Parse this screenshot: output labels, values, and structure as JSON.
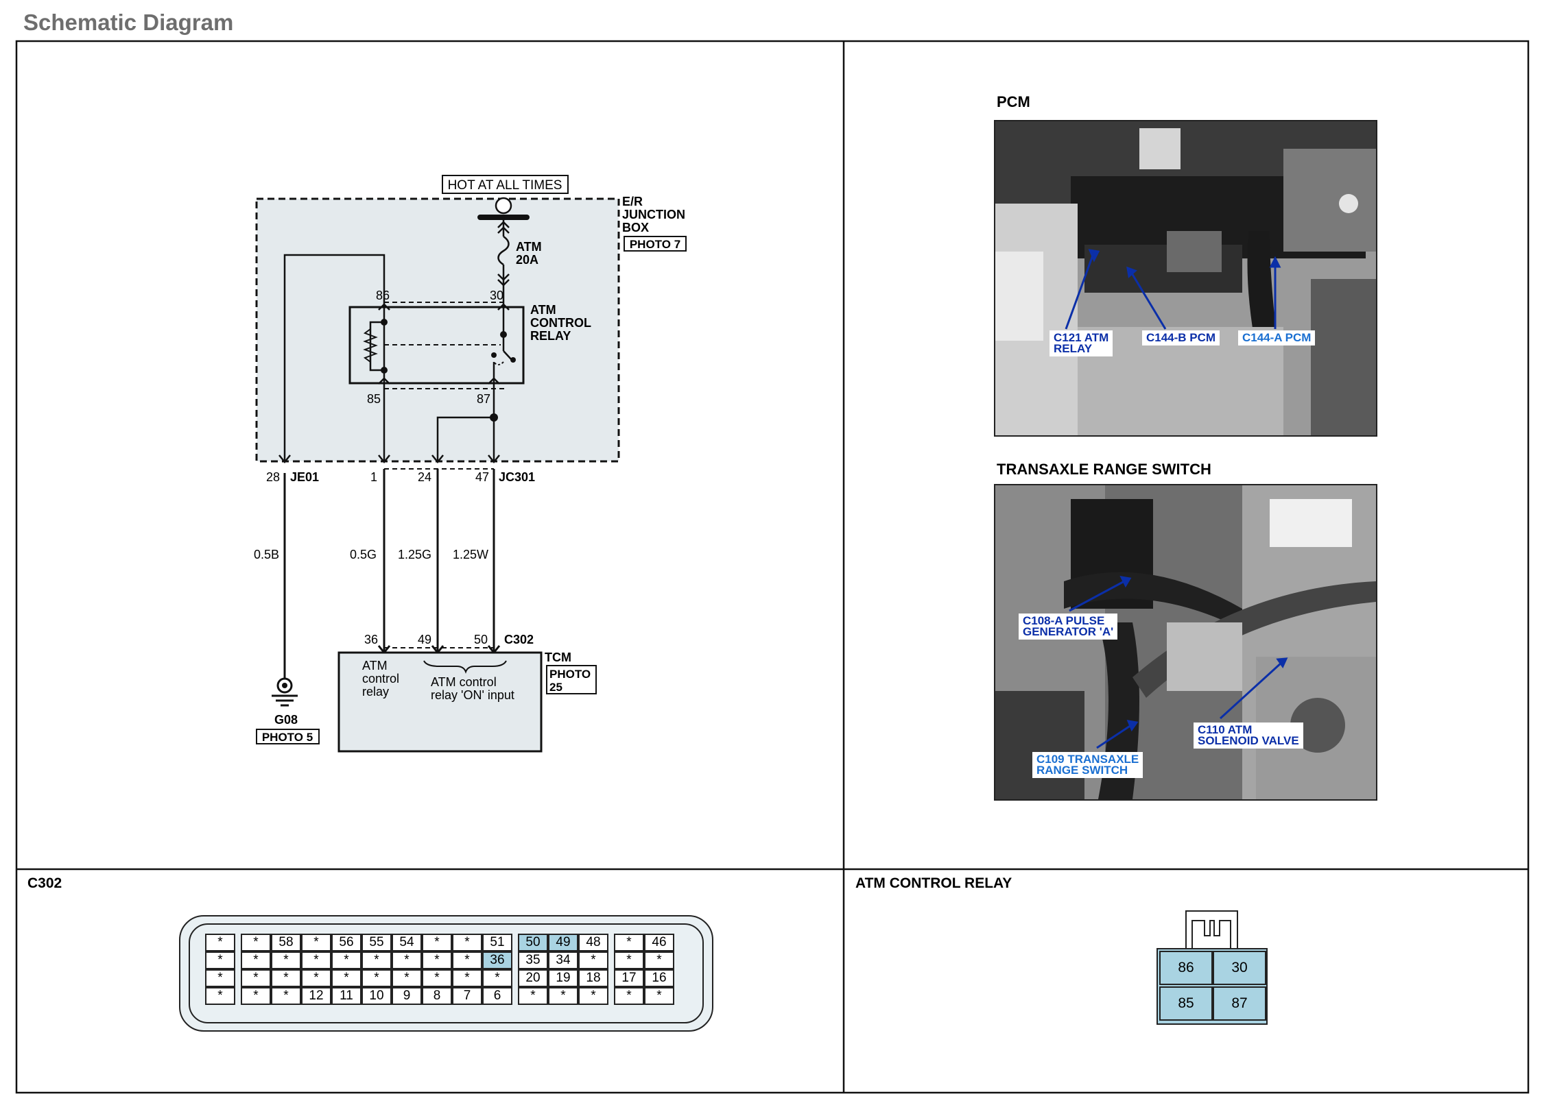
{
  "page_title": "Schematic Diagram",
  "schematic": {
    "hot_label": "HOT AT ALL TIMES",
    "junction_box_label": "E/R\nJUNCTION\nBOX",
    "junction_box_photo": "PHOTO 7",
    "fuse_label": "ATM\n20A",
    "relay_label": "ATM\nCONTROL\nRELAY",
    "relay_pins": {
      "p86": "86",
      "p30": "30",
      "p85": "85",
      "p87": "87"
    },
    "connector_pins_top": {
      "p28": "28",
      "p1": "1",
      "p24": "24",
      "p47": "47"
    },
    "connector_je01": "JE01",
    "connector_jc301": "JC301",
    "wires": {
      "w1": "0.5B",
      "w2": "0.5G",
      "w3": "1.25G",
      "w4": "1.25W"
    },
    "tcm_pins": {
      "p36": "36",
      "p49": "49",
      "p50": "50"
    },
    "tcm_connector": "C302",
    "tcm_label": "TCM",
    "tcm_photo": "PHOTO\n25",
    "tcm_relay_text": "ATM\ncontrol\nrelay",
    "tcm_input_text": "ATM control\nrelay 'ON' input",
    "ground_label": "G08",
    "ground_photo": "PHOTO 5"
  },
  "photos": {
    "pcm": {
      "title": "PCM",
      "callouts": [
        "C121 ATM\nRELAY",
        "C144-B PCM",
        "C144-A PCM"
      ]
    },
    "transaxle": {
      "title": "TRANSAXLE RANGE SWITCH",
      "callouts": [
        "C108-A PULSE\nGENERATOR 'A'",
        "C109 TRANSAXLE\nRANGE SWITCH",
        "C110 ATM\nSOLENOID VALVE"
      ]
    }
  },
  "c302": {
    "title": "C302",
    "rows": [
      [
        "*",
        "*",
        "58",
        "*",
        "56",
        "55",
        "54",
        "*",
        "*",
        "51",
        "50",
        "49",
        "48",
        "*",
        "46"
      ],
      [
        "*",
        "*",
        "*",
        "*",
        "*",
        "*",
        "*",
        "*",
        "*",
        "36",
        "35",
        "34",
        "*",
        "*",
        "*"
      ],
      [
        "*",
        "*",
        "*",
        "*",
        "*",
        "*",
        "*",
        "*",
        "*",
        "*",
        "20",
        "19",
        "18",
        "17",
        "16"
      ],
      [
        "*",
        "*",
        "*",
        "12",
        "11",
        "10",
        "9",
        "8",
        "7",
        "6",
        "*",
        "*",
        "*",
        "*",
        "*"
      ]
    ],
    "highlighted": [
      "50",
      "49",
      "36"
    ]
  },
  "relay_connector": {
    "title": "ATM CONTROL RELAY",
    "pins": [
      "86",
      "30",
      "85",
      "87"
    ]
  },
  "colors": {
    "highlight": "#a9d3e2",
    "callout_text": "#0b2fa8",
    "junction_fill": "#e4eaed"
  }
}
